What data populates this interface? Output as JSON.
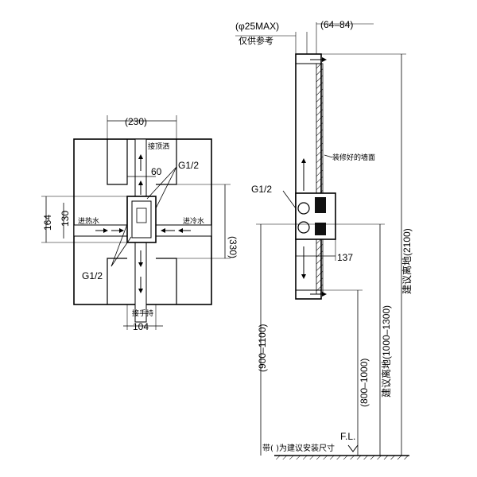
{
  "front_view": {
    "dim_width_230": "(230)",
    "dim_60": "60",
    "label_g12_top": "G1/2",
    "label_g12_bottom": "G1/2",
    "label_top_shower": "接顶洒",
    "label_hot_in": "进热水",
    "label_cold_in": "进冷水",
    "label_hand_shower": "接手持",
    "dim_164": "164",
    "dim_130": "130",
    "dim_330": "(330)",
    "dim_104": "104"
  },
  "side_view": {
    "dim_pipe": "(φ25MAX)",
    "dim_pipe_note": "仅供参考",
    "dim_wall": "(64–84)",
    "label_wall": "装修好的墙面",
    "label_g12": "G1/2",
    "dim_137": "137",
    "dim_2100": "建议离地(2100)",
    "dim_1300": "建议离地(1000–1300)",
    "dim_1000": "(800–1000)",
    "dim_1100": "(900–1100)",
    "label_floor": "F.L.",
    "footnote": "带( )为建议安装尺寸"
  }
}
